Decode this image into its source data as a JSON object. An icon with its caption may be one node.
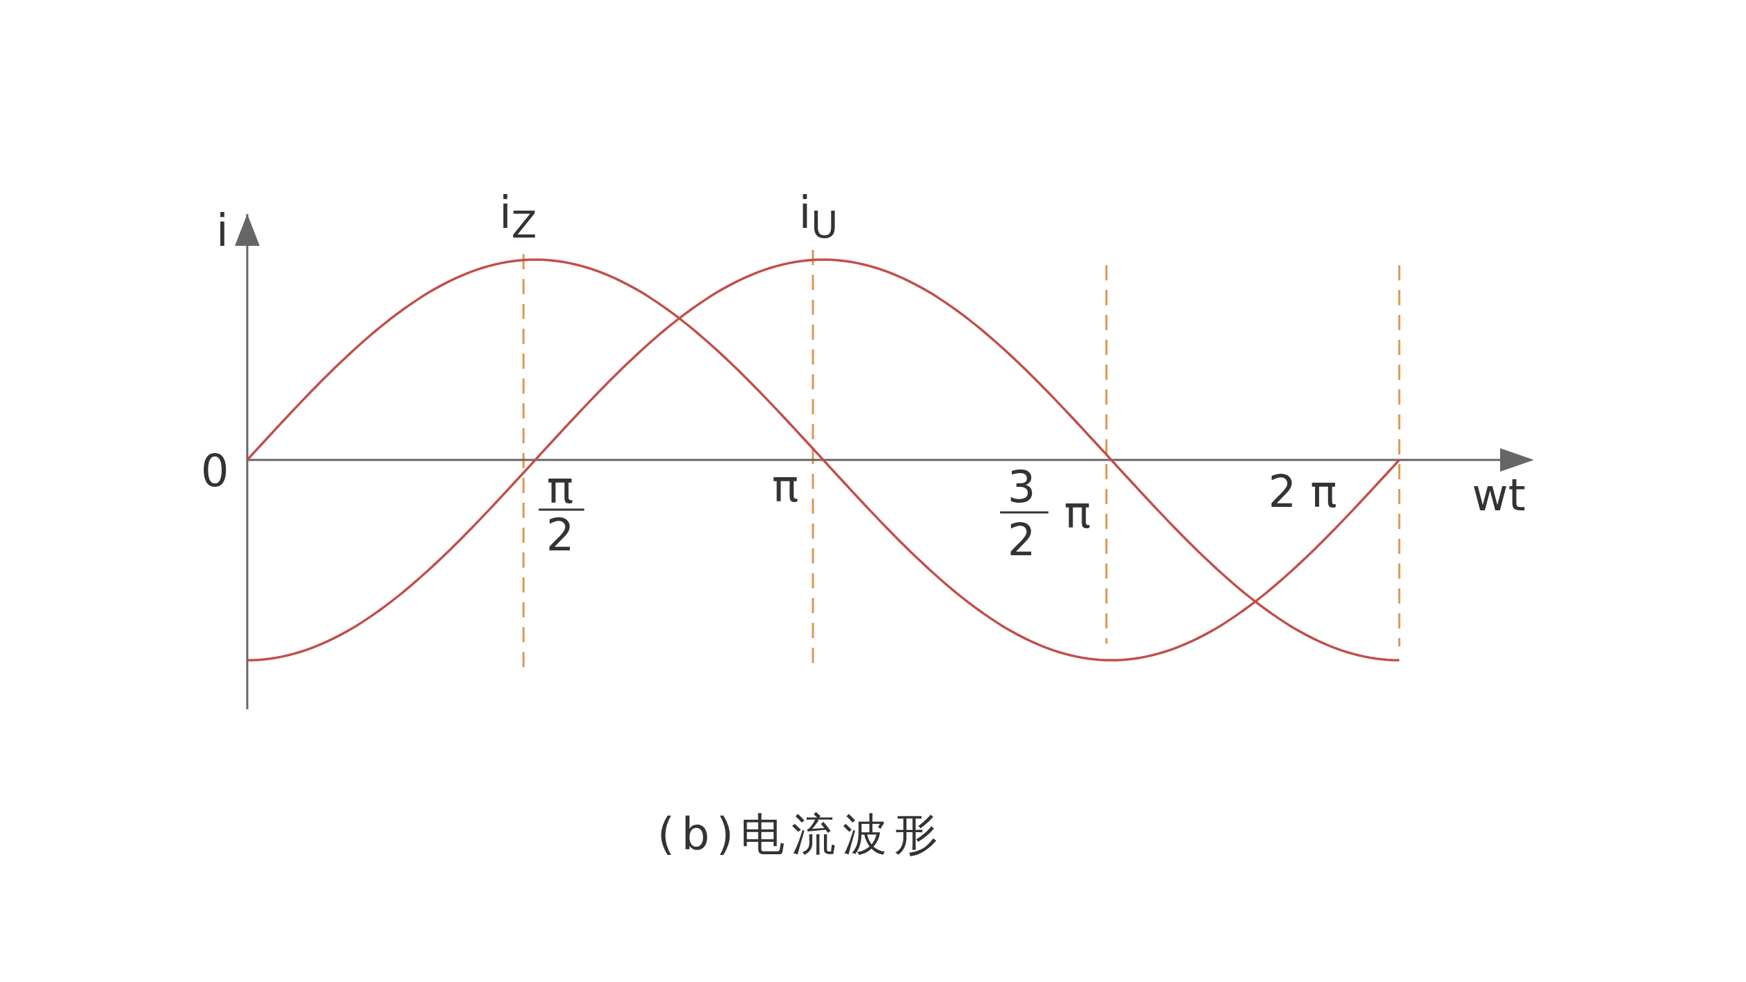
{
  "diagram": {
    "caption": "(b)电流波形",
    "labels": [
      "i",
      "i$_{Z}$",
      "i$_{U}$",
      "0",
      "π",
      "2",
      "π",
      "3",
      "2",
      "π",
      "2 π",
      "wt"
    ]
  }
}
